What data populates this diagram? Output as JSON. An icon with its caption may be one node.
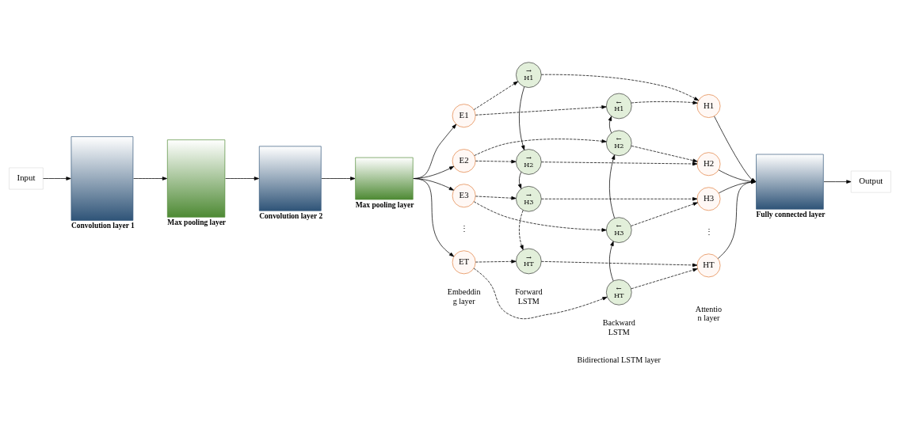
{
  "diagram": {
    "nodes": [
      {
        "text": [
          "Input"
        ]
      },
      {
        "text": [],
        "shape": "box",
        "beside": [
          "Convolution layer 1"
        ]
      },
      {
        "text": [],
        "shape": "box",
        "beside": [
          "Max pooling layer"
        ]
      },
      {
        "text": [],
        "shape": "box",
        "beside": [
          "Convolution layer 2"
        ]
      },
      {
        "text": [],
        "shape": "box",
        "beside": [
          "Max pooling layer"
        ]
      },
      {
        "text": [
          "E1"
        ]
      },
      {
        "text": [
          "E2"
        ]
      },
      {
        "text": [
          "E3"
        ]
      },
      {
        "text": [
          "ET"
        ]
      },
      {
        "text": [
          "→",
          "H1"
        ]
      },
      {
        "text": [
          "→",
          "H2"
        ]
      },
      {
        "text": [
          "→",
          "H3"
        ]
      },
      {
        "text": [
          "→",
          "HT"
        ]
      },
      {
        "text": [
          "←",
          "H1"
        ]
      },
      {
        "text": [
          "←",
          "H2"
        ]
      },
      {
        "text": [
          "←",
          "H3"
        ]
      },
      {
        "text": [
          "←",
          "HT"
        ]
      },
      {
        "text": [
          "H1"
        ]
      },
      {
        "text": [
          "H2"
        ]
      },
      {
        "text": [
          "H3"
        ]
      },
      {
        "text": [
          "HT"
        ]
      },
      {
        "text": [],
        "shape": "box",
        "beside": [
          "Fully connected layer"
        ]
      },
      {
        "text": [
          "Output"
        ]
      }
    ],
    "edges": [
      {
        "from": 0,
        "to": 1,
        "arrow": "to"
      },
      {
        "from": 1,
        "to": 2,
        "arrow": "to"
      },
      {
        "from": 2,
        "to": 3,
        "arrow": "to"
      },
      {
        "from": 3,
        "to": 4,
        "arrow": "to"
      },
      {
        "from": 4,
        "to": 5,
        "arrow": "to"
      },
      {
        "from": 4,
        "to": 6,
        "arrow": "to"
      },
      {
        "from": 4,
        "to": 7,
        "arrow": "to"
      },
      {
        "from": 4,
        "to": 8,
        "arrow": "to"
      },
      {
        "from": 5,
        "to": 13,
        "arrow": "to",
        "style": "dashed"
      },
      {
        "from": 5,
        "to": 9,
        "arrow": "to",
        "style": "dashed"
      },
      {
        "from": 6,
        "to": 14,
        "arrow": "to",
        "style": "dashed"
      },
      {
        "from": 6,
        "to": 10,
        "arrow": "to",
        "style": "dashed"
      },
      {
        "from": 7,
        "to": 15,
        "arrow": "to",
        "style": "dashed"
      },
      {
        "from": 7,
        "to": 11,
        "arrow": "to",
        "style": "dashed"
      },
      {
        "from": 8,
        "to": 16,
        "arrow": "to",
        "style": "dashed"
      },
      {
        "from": 8,
        "to": 12,
        "arrow": "to",
        "style": "dashed"
      },
      {
        "from": 9,
        "to": 10,
        "arrow": "to"
      },
      {
        "from": 10,
        "to": 11,
        "arrow": "to"
      },
      {
        "from": 11,
        "to": 12,
        "arrow": "to",
        "style": "dashed"
      },
      {
        "from": 16,
        "to": 15,
        "arrow": "to"
      },
      {
        "from": 15,
        "to": 14,
        "arrow": "to"
      },
      {
        "from": 14,
        "to": 13,
        "arrow": "to"
      },
      {
        "from": 9,
        "to": 17,
        "arrow": "to",
        "style": "dashed"
      },
      {
        "from": 13,
        "to": 17,
        "arrow": "to",
        "style": "dashed"
      },
      {
        "from": 10,
        "to": 18,
        "arrow": "to",
        "style": "dashed"
      },
      {
        "from": 14,
        "to": 18,
        "arrow": "to",
        "style": "dashed"
      },
      {
        "from": 11,
        "to": 19,
        "arrow": "to",
        "style": "dashed"
      },
      {
        "from": 15,
        "to": 19,
        "arrow": "to",
        "style": "dashed"
      },
      {
        "from": 12,
        "to": 20,
        "arrow": "to",
        "style": "dashed"
      },
      {
        "from": 16,
        "to": 20,
        "arrow": "to",
        "style": "dashed"
      },
      {
        "from": 17,
        "to": 21,
        "arrow": "to"
      },
      {
        "from": 18,
        "to": 21,
        "arrow": "to"
      },
      {
        "from": 19,
        "to": 21,
        "arrow": "to"
      },
      {
        "from": 20,
        "to": 21,
        "arrow": "to"
      },
      {
        "from": 21,
        "to": 22,
        "arrow": "to"
      }
    ],
    "labels": [
      "⋮",
      "Embeddin g layer",
      "Forward LSTM",
      "Backward LSTM",
      "⋮",
      "Attentio n layer",
      "Bidirectional LSTM layer"
    ]
  }
}
